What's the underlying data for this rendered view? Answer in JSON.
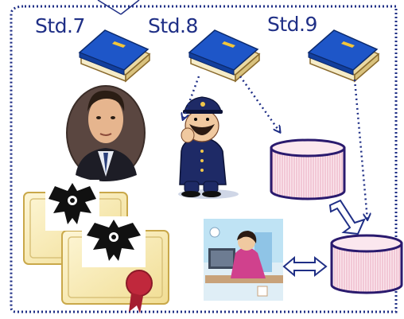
{
  "standards": [
    {
      "label": "Std.7"
    },
    {
      "label": "Std.8"
    },
    {
      "label": "Std.9"
    }
  ],
  "icons": {
    "book": "book-icon",
    "database": "database-icon",
    "person_portrait": "portrait-icon",
    "police": "police-officer-icon",
    "certificate": "certificate-icon",
    "emblem": "garuda-emblem-icon",
    "office_worker": "office-worker-icon"
  },
  "colors": {
    "border": "#1f2f86",
    "label": "#1f2f86",
    "book": "#1e56c8",
    "cylinder_fill": "#fbe7ee",
    "cylinder_stroke": "#2a1a6e",
    "arrow": "#1f2f86"
  }
}
